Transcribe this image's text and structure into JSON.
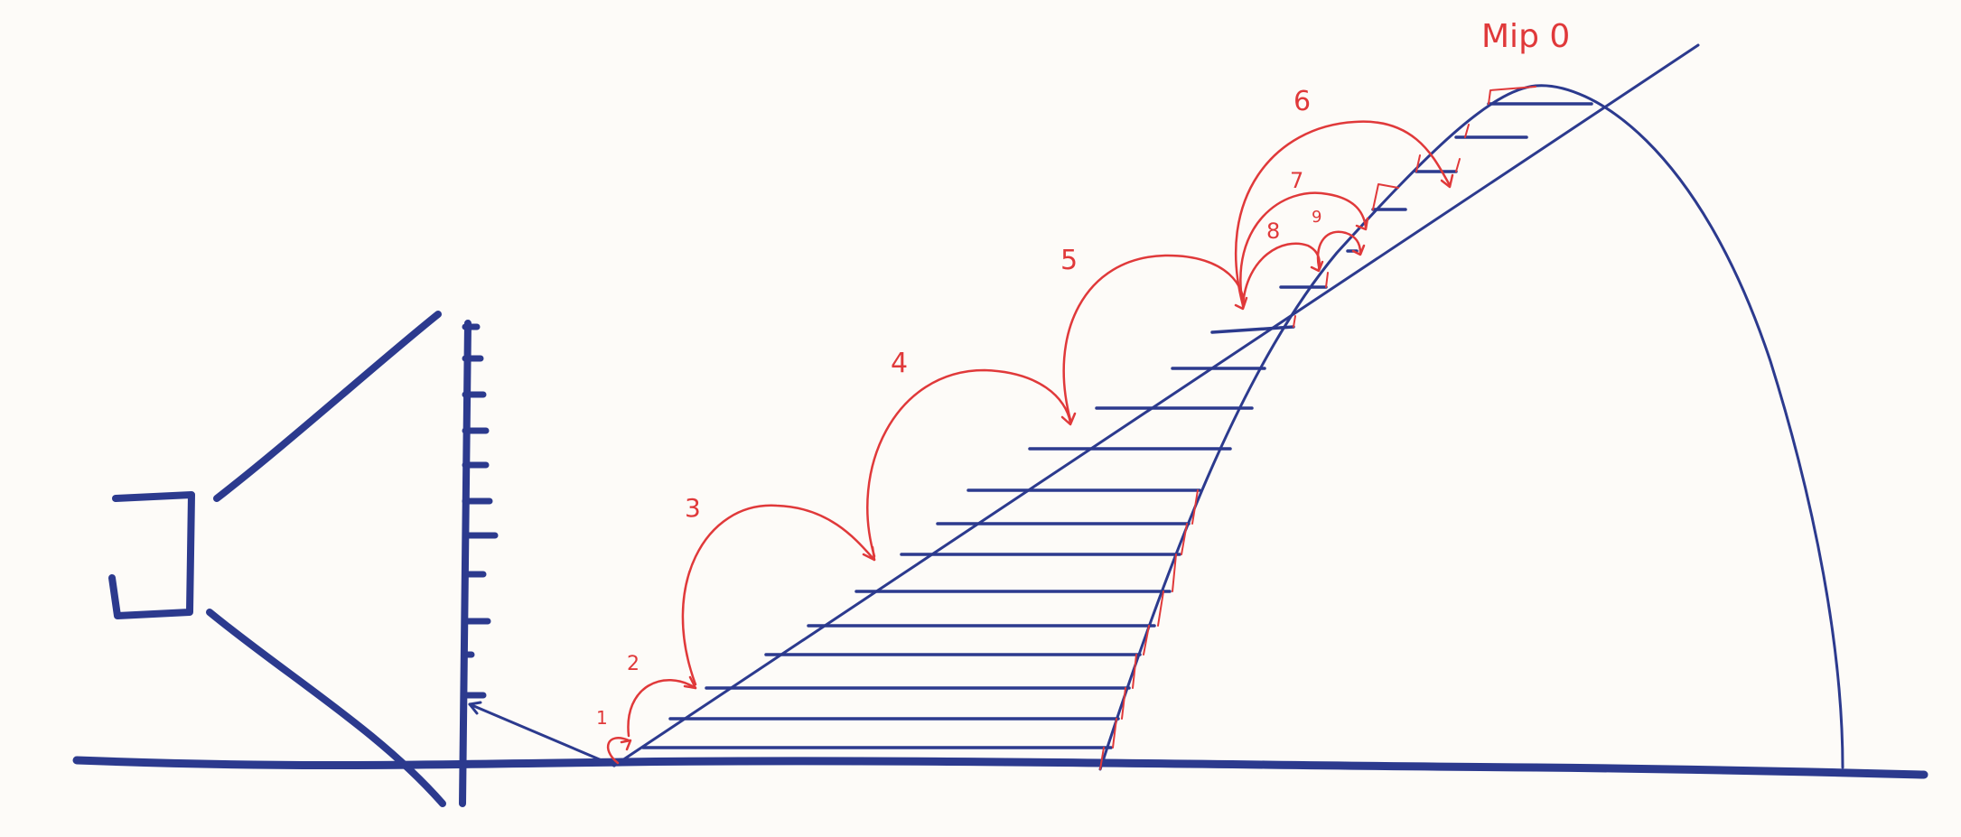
{
  "diagram": {
    "top_label": "Mip 0",
    "step_labels": [
      "1",
      "2",
      "3",
      "4",
      "5",
      "6",
      "7",
      "8",
      "9"
    ],
    "colors": {
      "ink_blue": "#2c3a8e",
      "ink_red": "#e0393a",
      "paper": "#fdfbf8"
    }
  }
}
